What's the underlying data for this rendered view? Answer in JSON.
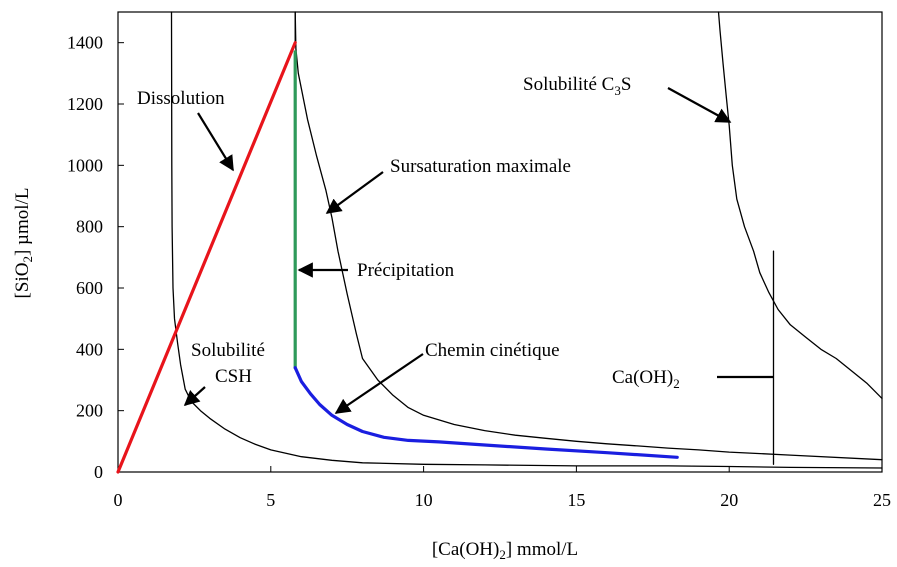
{
  "chart_data": {
    "type": "line",
    "title": "",
    "xlabel": "[Ca(OH)2] mmol/L",
    "ylabel": "[SiO2] µmol/L",
    "xlabel_parts": {
      "a": "[Ca(OH)",
      "sub": "2",
      "b": "] mmol/L"
    },
    "ylabel_parts": {
      "a": "[SiO",
      "sub": "2",
      "b": "] µmol/L"
    },
    "xlim": [
      0,
      25
    ],
    "ylim": [
      0,
      1500
    ],
    "xticks": [
      0,
      5,
      10,
      15,
      20,
      25
    ],
    "yticks": [
      0,
      200,
      400,
      600,
      800,
      1000,
      1200,
      1400
    ],
    "grid": false,
    "series": [
      {
        "key": "csh",
        "color": "#000000",
        "x": [
          1.75,
          1.76,
          1.77,
          1.8,
          1.85,
          1.95,
          2.05,
          2.2,
          2.4,
          2.7,
          3.0,
          3.5,
          4.0,
          4.5,
          5.0,
          6.0,
          7.0,
          8.0,
          10.0,
          12.0,
          15.0,
          18.0,
          20.0,
          22.0,
          25.0
        ],
        "y": [
          1500,
          1000,
          800,
          600,
          500,
          420,
          350,
          270,
          230,
          200,
          175,
          140,
          112,
          90,
          72,
          50,
          38,
          30,
          25,
          23,
          20,
          20,
          18,
          15,
          13
        ]
      },
      {
        "key": "sursaturation",
        "color": "#000000",
        "x": [
          5.8,
          5.82,
          5.9,
          6.0,
          6.2,
          6.5,
          6.8,
          7.0,
          7.2,
          7.5,
          7.8,
          8.0,
          8.5,
          9.0,
          9.5,
          10.0,
          11.0,
          12.0,
          13.0,
          14.0,
          15.0,
          16.0,
          17.0,
          18.0,
          19.0,
          20.0,
          22.0,
          25.0
        ],
        "y": [
          1500,
          1380,
          1300,
          1250,
          1150,
          1030,
          920,
          830,
          720,
          580,
          450,
          370,
          300,
          250,
          210,
          185,
          155,
          135,
          120,
          110,
          100,
          92,
          85,
          78,
          72,
          65,
          55,
          40
        ]
      },
      {
        "key": "c3s",
        "color": "#000000",
        "x": [
          19.65,
          19.7,
          19.8,
          19.9,
          20.0,
          20.1,
          20.25,
          20.5,
          20.8,
          21.0,
          21.3,
          21.6,
          22.0,
          22.5,
          23.0,
          23.5,
          24.0,
          24.5,
          25.0
        ],
        "y": [
          1500,
          1440,
          1330,
          1230,
          1130,
          1000,
          890,
          800,
          720,
          650,
          585,
          530,
          480,
          440,
          400,
          370,
          330,
          290,
          240
        ]
      },
      {
        "key": "caoh2",
        "color": "#000000",
        "x": [
          21.45,
          21.45
        ],
        "y": [
          25,
          720
        ]
      },
      {
        "key": "left-edge",
        "color": "#000000",
        "x": [
          5.8,
          5.8
        ],
        "y": [
          1500,
          1390
        ]
      },
      {
        "key": "dissolution",
        "color": "#e8141b",
        "x": [
          0,
          5.8
        ],
        "y": [
          0,
          1400
        ]
      },
      {
        "key": "precipitation",
        "color": "#2e9a5a",
        "x": [
          5.8,
          5.8
        ],
        "y": [
          1370,
          340
        ]
      },
      {
        "key": "chemin-cinetique",
        "color": "#1a1ee0",
        "x": [
          5.8,
          6.0,
          6.3,
          6.6,
          7.0,
          7.5,
          8.0,
          8.7,
          9.5,
          10.5,
          12.0,
          14.0,
          16.0,
          18.3
        ],
        "y": [
          340,
          295,
          255,
          220,
          185,
          155,
          132,
          113,
          103,
          98,
          88,
          75,
          63,
          48
        ]
      }
    ],
    "annotations": [
      {
        "key": "dissolution",
        "text": "Dissolution",
        "sub": "",
        "suffix": ""
      },
      {
        "key": "solubilite-c3s",
        "text": "Solubilité C",
        "sub": "3",
        "suffix": "S"
      },
      {
        "key": "sursaturation",
        "text": "Sursaturation maximale",
        "sub": "",
        "suffix": ""
      },
      {
        "key": "precipitation",
        "text": "Précipitation",
        "sub": "",
        "suffix": ""
      },
      {
        "key": "chemin",
        "text": "Chemin cinétique",
        "sub": "",
        "suffix": ""
      },
      {
        "key": "solubilite-csh-1",
        "text": "Solubilité",
        "sub": "",
        "suffix": ""
      },
      {
        "key": "solubilite-csh-2",
        "text": "CSH",
        "sub": "",
        "suffix": ""
      },
      {
        "key": "caoh2",
        "text": "Ca(OH)",
        "sub": "2",
        "suffix": ""
      }
    ]
  }
}
